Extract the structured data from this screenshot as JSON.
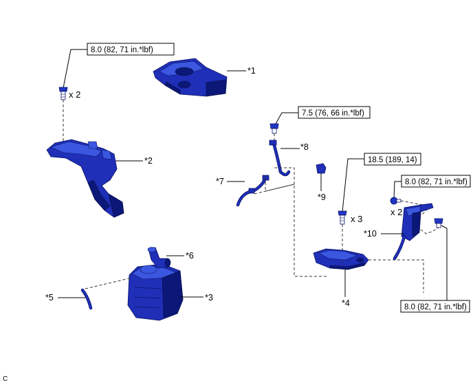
{
  "torque_specs": {
    "t1": "8.0 (82, 71 in.*lbf)",
    "t2": "7.5 (76, 66 in.*lbf)",
    "t3": "18.5 (189, 14)",
    "t4": "8.0 (82, 71 in.*lbf)",
    "t5": "8.0 (82, 71 in.*lbf)"
  },
  "quantities": {
    "q1": "x 2",
    "q2": "x 3",
    "q3": "x 2"
  },
  "callouts": {
    "c1": "*1",
    "c2": "*2",
    "c3": "*3",
    "c4": "*4",
    "c5": "*5",
    "c6": "*6",
    "c7": "*7",
    "c8": "*8",
    "c9": "*9",
    "c10": "*10"
  },
  "figure_code": "C",
  "colors": {
    "part_blue": "#1f2fb8",
    "part_outline": "#0a1466"
  }
}
